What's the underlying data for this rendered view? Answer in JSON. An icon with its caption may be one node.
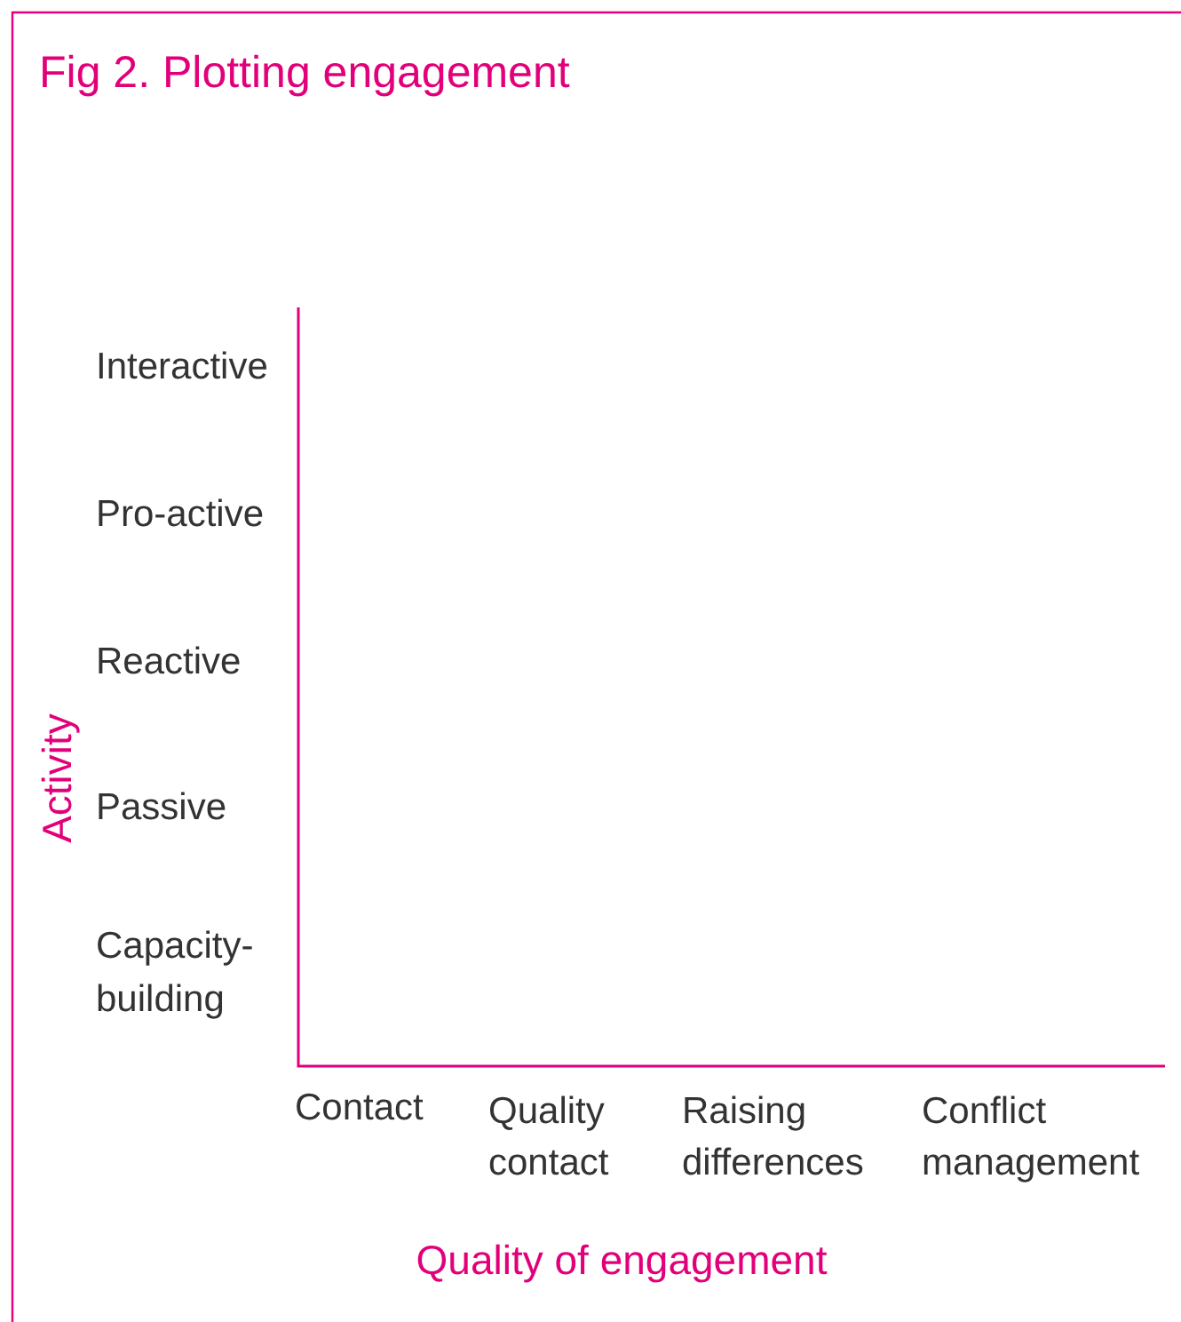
{
  "diagram": {
    "title": "Fig 2. Plotting engagement",
    "labels": [
      "Interactive",
      "Pro-active",
      "Reactive",
      "Activity",
      "Passive",
      "Capacity-building",
      "Contact",
      "Quality contact",
      "Raising differences",
      "Conflict management",
      "Quality of engagement"
    ]
  }
}
